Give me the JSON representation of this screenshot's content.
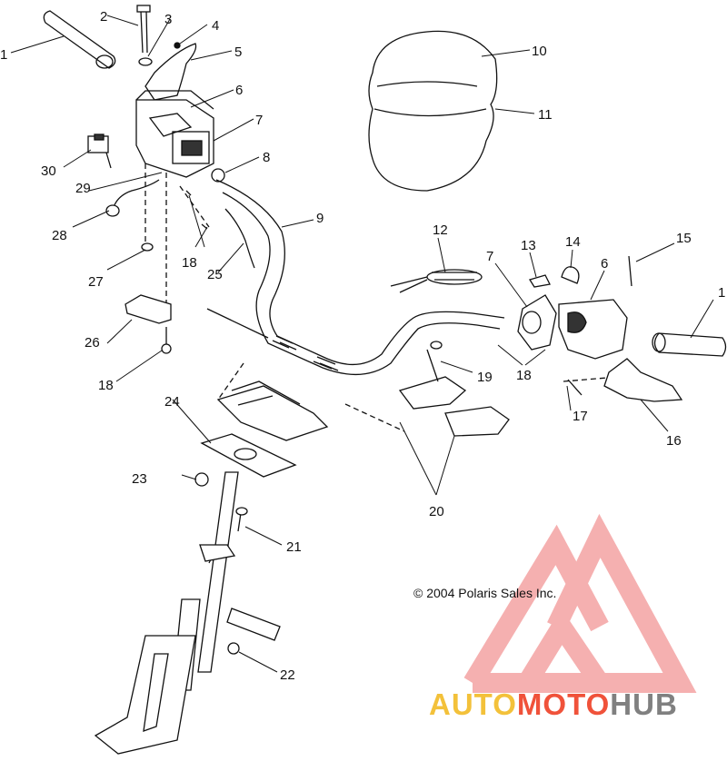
{
  "callouts": [
    "1",
    "2",
    "3",
    "4",
    "5",
    "6",
    "7",
    "8",
    "9",
    "10",
    "11",
    "12",
    "7",
    "13",
    "14",
    "6",
    "15",
    "1",
    "16",
    "17",
    "18",
    "19",
    "20",
    "21",
    "22",
    "23",
    "24",
    "25",
    "18",
    "26",
    "27",
    "28",
    "29",
    "30",
    "18"
  ],
  "copyright": "© 2004 Polaris Sales Inc.",
  "watermark": {
    "part1": "AUTO",
    "part2": "MOTO",
    "part3": "HUB",
    "colors": {
      "part1": "#f3c13a",
      "part2": "#f0523a",
      "part3": "#808080",
      "logo": "#f3a0a0"
    }
  }
}
